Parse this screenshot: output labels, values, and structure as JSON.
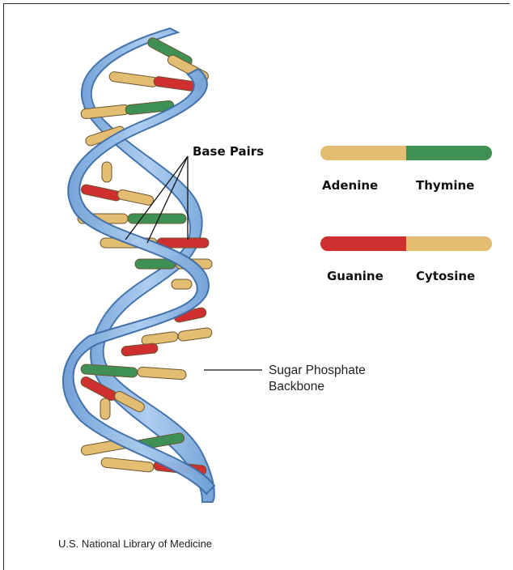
{
  "labels": {
    "base_pairs": "Base Pairs",
    "backbone_line1": "Sugar Phosphate",
    "backbone_line2": "Backbone",
    "credit": "U.S. National Library of Medicine"
  },
  "key": [
    {
      "left": "Adenine",
      "right": "Thymine",
      "left_color": "#e2bd72",
      "right_color": "#3f9055"
    },
    {
      "left": "Guanine",
      "right": "Cytosine",
      "left_color": "#cf2f2e",
      "right_color": "#e2bd72"
    }
  ],
  "colors": {
    "backbone_fill": "#8eb7e8",
    "backbone_stroke": "#3d6ea8",
    "adenine": "#e2bd72",
    "thymine": "#3f9055",
    "guanine": "#cf2f2e",
    "cytosine": "#e2bd72"
  }
}
